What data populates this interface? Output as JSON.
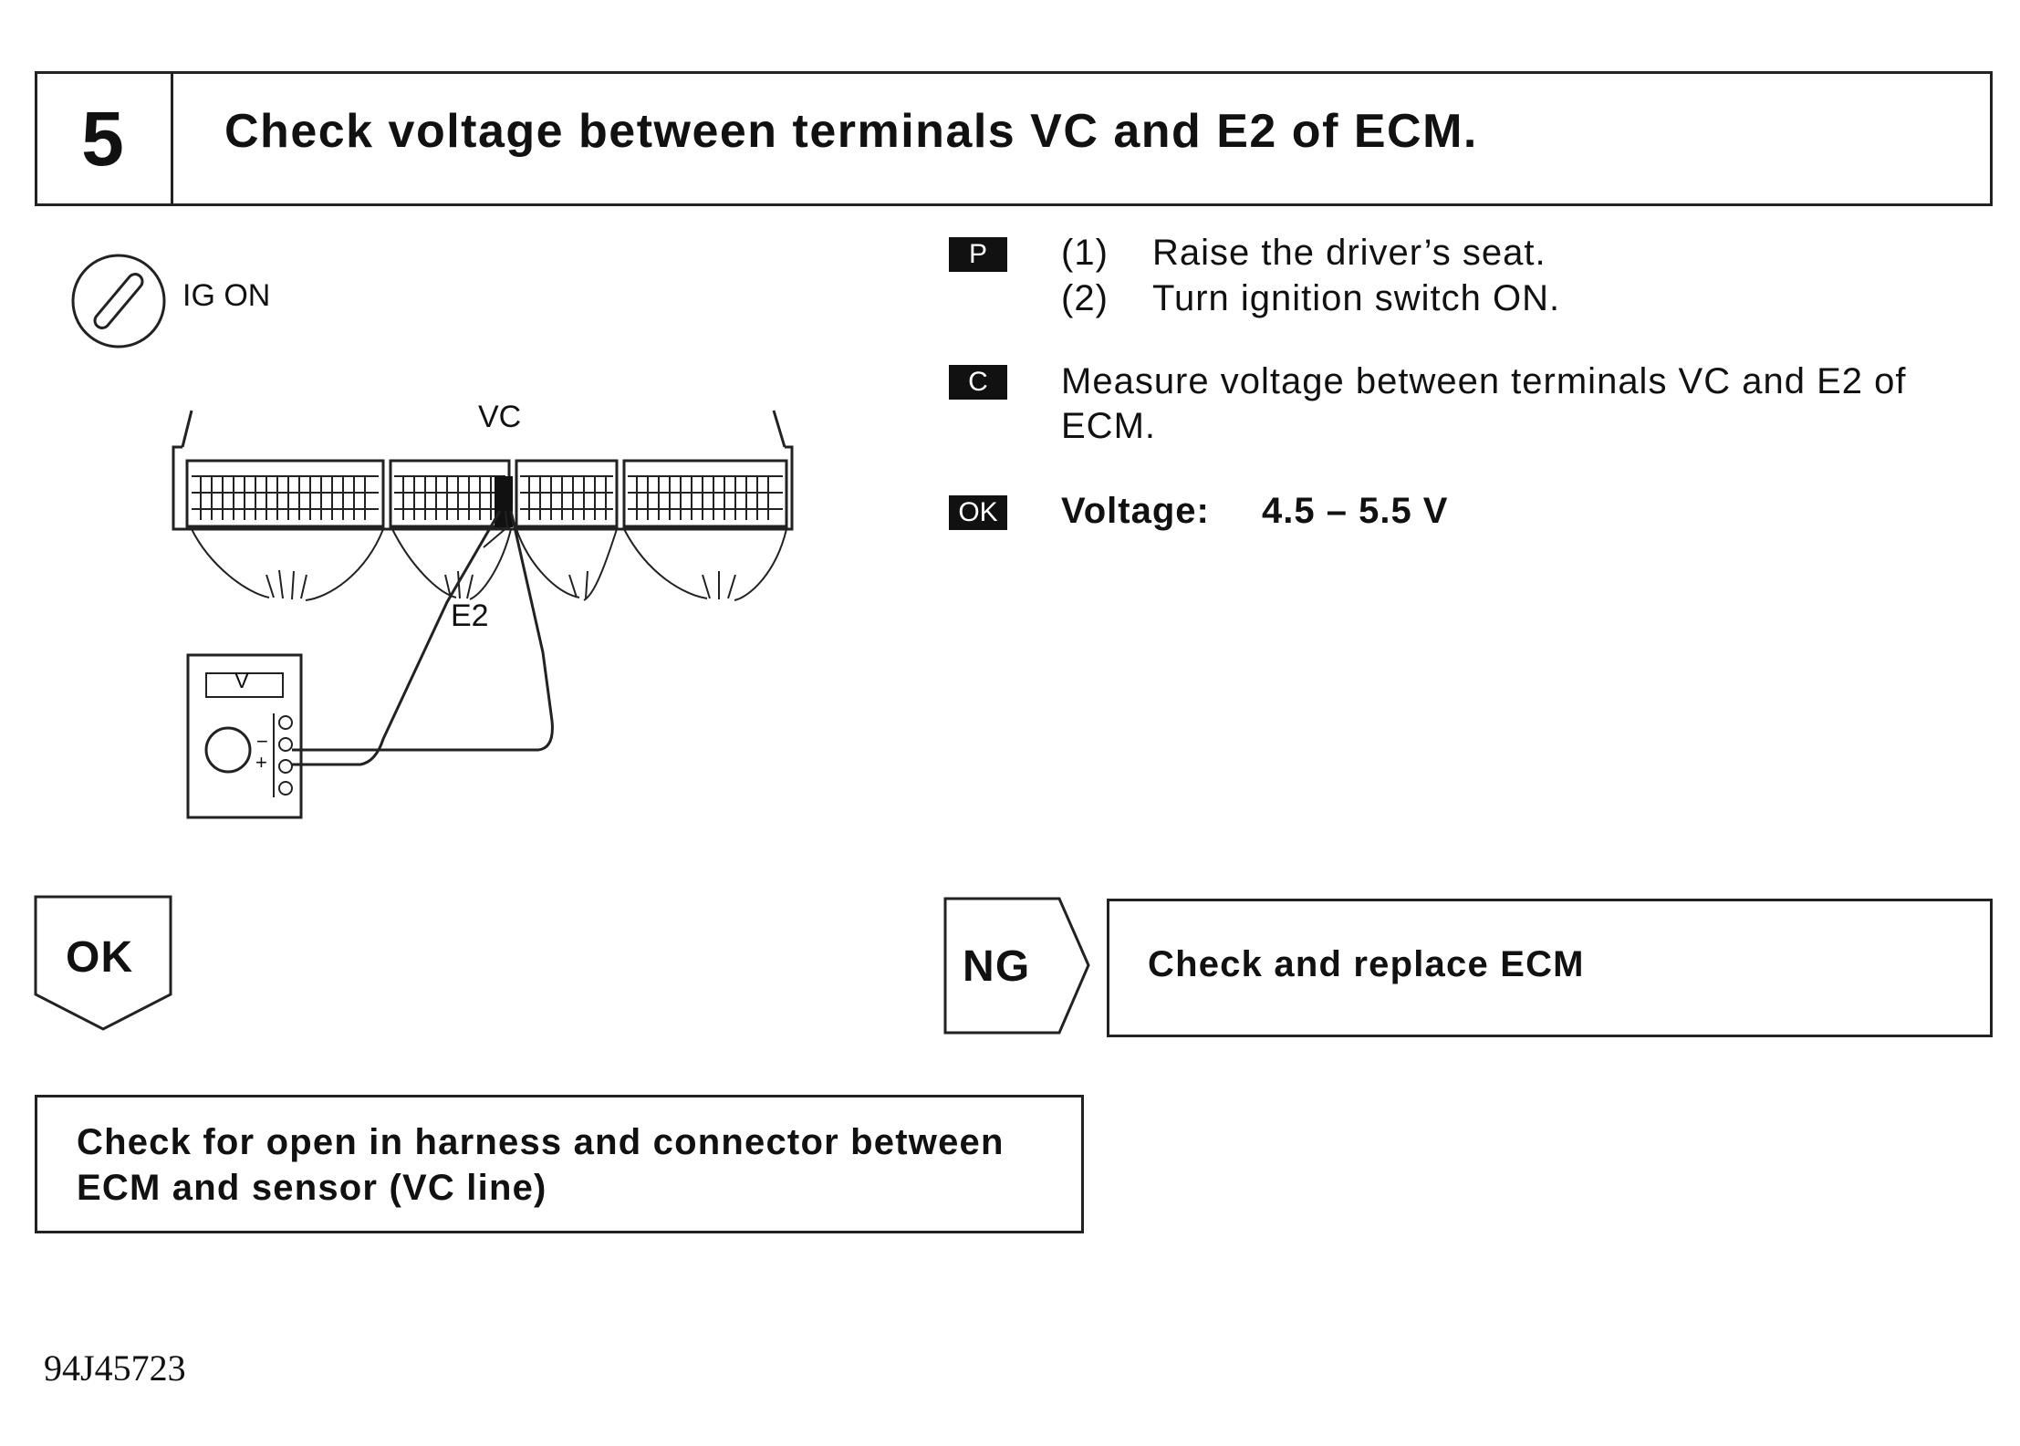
{
  "step": {
    "number": "5",
    "title": "Check voltage between terminals VC and E2 of ECM."
  },
  "diagram": {
    "ignition_label": "IG ON",
    "vc_label": "VC",
    "e2_label": "E2",
    "meter_label": "V",
    "minus_label": "−",
    "plus_label": "+"
  },
  "instructions": {
    "prep_tag": "P",
    "prep_steps": [
      {
        "num": "(1)",
        "text": "Raise the driver’s seat."
      },
      {
        "num": "(2)",
        "text": "Turn ignition switch ON."
      }
    ],
    "check_tag": "C",
    "check_line1": "Measure voltage between terminals VC and E2 of",
    "check_line2": "ECM.",
    "ok_tag": "OK",
    "spec_label": "Voltage:",
    "spec_value": "4.5 – 5.5 V"
  },
  "results": {
    "ok_label": "OK",
    "ng_label": "NG",
    "ng_action": "Check and replace ECM",
    "ok_action_line1": "Check for open in harness and connector between",
    "ok_action_line2": "ECM and sensor (VC line)"
  },
  "document_code": "94J45723"
}
